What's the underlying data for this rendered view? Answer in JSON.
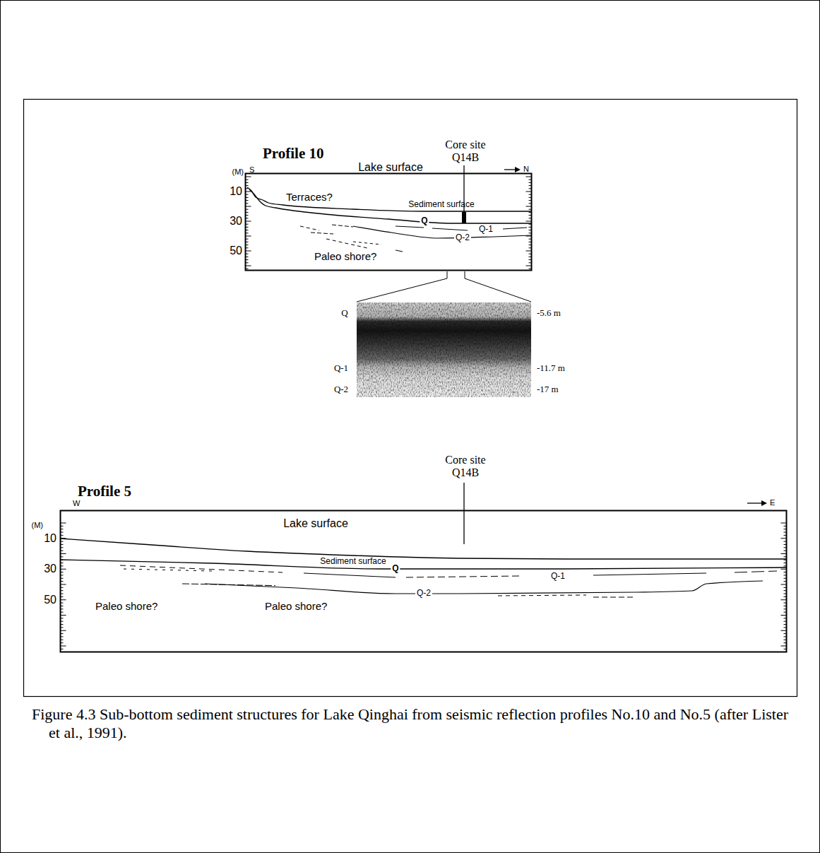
{
  "diagram": {
    "caption": "Figure 4.3 Sub-bottom sediment structures for Lake Qinghai from seismic reflection profiles No.10 and No.5 (after Lister et al., 1991).",
    "labels": [
      "Profile 10",
      "Core site Q14B",
      "(M)",
      "S",
      "Lake surface",
      "N",
      "10",
      "Terraces?",
      "30",
      "Sediment surface",
      "Q",
      "Q-1",
      "Q-2",
      "50",
      "Paleo shore?",
      "Q",
      "-5.6 m",
      "Q-1",
      "-11.7 m",
      "Q-2",
      "-17 m",
      "Profile 5",
      "Core site Q14B",
      "W",
      "(M)",
      "Lake surface",
      "E",
      "10",
      "30",
      "Sediment surface",
      "Q",
      "Q-1",
      "Q-2",
      "50",
      "Paleo shore?",
      "Paleo shore?"
    ]
  }
}
